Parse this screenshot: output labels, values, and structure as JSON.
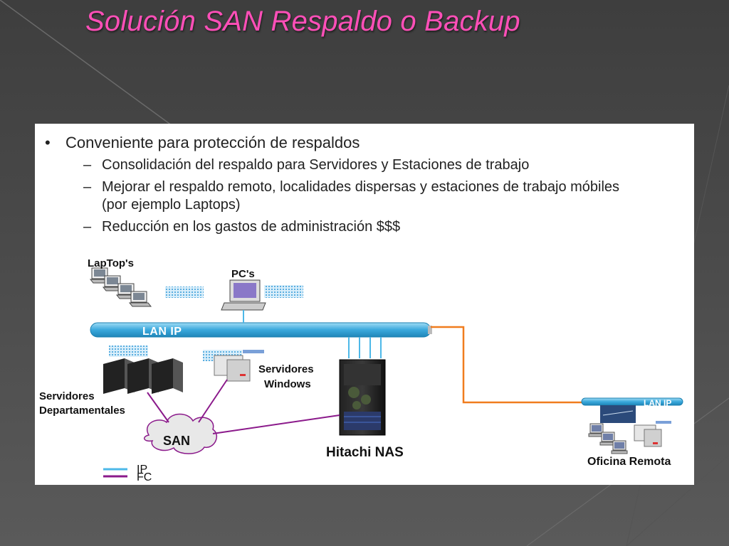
{
  "slide": {
    "title": "Solución SAN Respaldo o Backup",
    "colors": {
      "title": "#ff4fb8",
      "ip_line": "#4db8e8",
      "fc_line": "#8b1a8b",
      "wan_line": "#f07c1e"
    }
  },
  "bullets": {
    "main": "Conveniente para protección de respaldos",
    "subs": [
      "Consolidación del respaldo para Servidores y Estaciones de trabajo",
      "Mejorar el respaldo remoto, localidades dispersas y estaciones de trabajo móbiles (por ejemplo Laptops)",
      "Reducción en los gastos de administración $$$"
    ]
  },
  "diagram": {
    "laptops": "LapTop's",
    "pcs": "PC's",
    "lan": "LAN IP",
    "dept_servers": "Servidores Departamentales",
    "win_servers_line1": "Servidores",
    "win_servers_line2": "Windows",
    "san": "SAN",
    "nas": "Hitachi NAS",
    "remote_lan": "LAN IP",
    "remote_office": "Oficina Remota",
    "legend_ip": "IP",
    "legend_fc": "FC"
  }
}
